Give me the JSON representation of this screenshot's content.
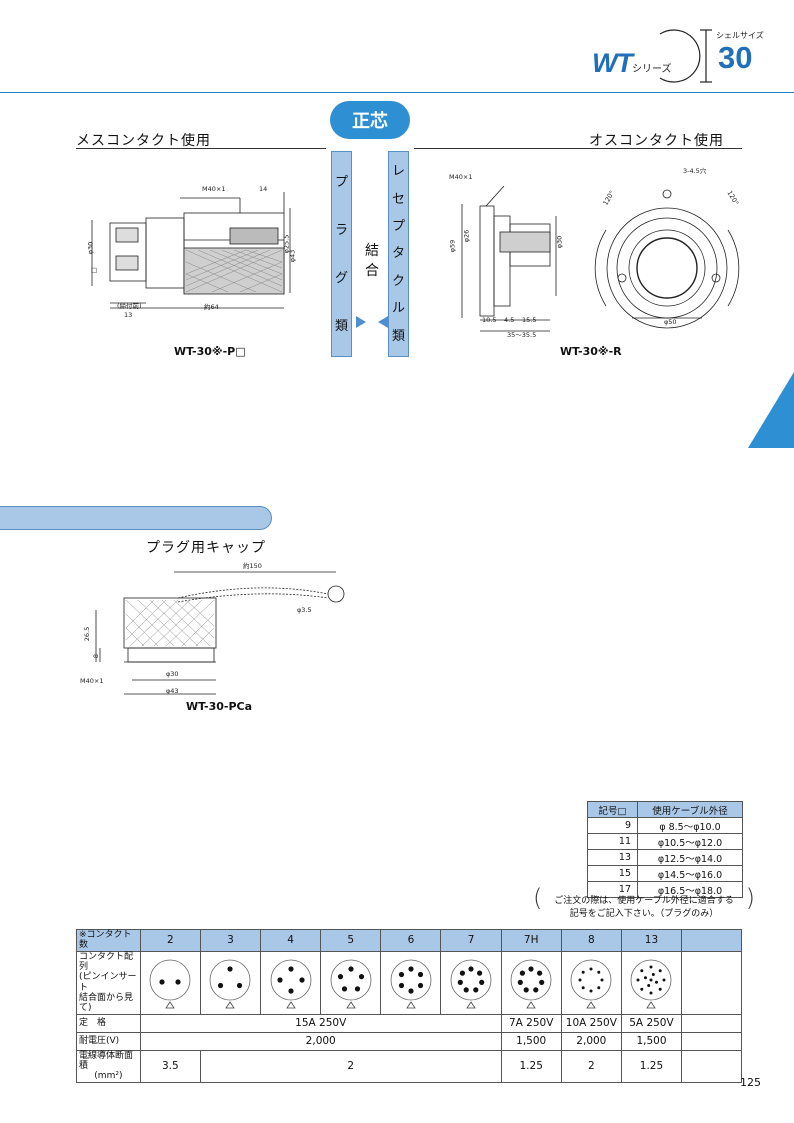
{
  "header": {
    "series_code": "WT",
    "series_suffix": "シリーズ",
    "shell_size_label": "シェルサイズ",
    "shell_size": "30"
  },
  "top": {
    "badge": "正芯",
    "left_title": "メスコンタクト使用",
    "right_title": "オスコンタクト使用",
    "plug_band": [
      "プ",
      "ラ",
      "グ",
      "類"
    ],
    "center_word": [
      "結",
      "合"
    ],
    "receptacle_band": [
      "レ",
      "セ",
      "プ",
      "タ",
      "ク",
      "ル",
      "類"
    ],
    "plug_model": "WT-30※-P□",
    "receptacle_model": "WT-30※-R",
    "plug_dims": {
      "thread": "M40×1",
      "d14": "14",
      "phi30": "φ30",
      "box": "□",
      "phi25": "φ25.5",
      "phi43": "φ43",
      "approx64": "約64",
      "tight": "(締付前)",
      "d13": "13"
    },
    "rec_dims": {
      "thread": "M40×1",
      "holes": "3-4.5穴",
      "a120a": "120°",
      "a120b": "120°",
      "phi59": "φ59",
      "phi26": "φ26",
      "phi30": "φ30",
      "d105": "10.5",
      "d45": "4.5",
      "d155": "15.5",
      "range": "35～35.5",
      "phi50": "φ50"
    }
  },
  "cap": {
    "title": "プラグ用キャップ",
    "model": "WT-30-PCa",
    "dims": {
      "approx150": "約150",
      "phi35": "φ3.5",
      "d265": "26.5",
      "d8": "8",
      "phi30": "φ30",
      "phi43": "φ43",
      "thread": "M40×1"
    }
  },
  "cable_table": {
    "headers": [
      "記号□",
      "使用ケーブル外径"
    ],
    "rows": [
      [
        "9",
        "φ 8.5～φ10.0"
      ],
      [
        "11",
        "φ10.5～φ12.0"
      ],
      [
        "13",
        "φ12.5～φ14.0"
      ],
      [
        "15",
        "φ14.5～φ16.0"
      ],
      [
        "17",
        "φ16.5～φ18.0"
      ]
    ]
  },
  "note": {
    "line1": "ご注文の際は、使用ケーブル外径に適合する",
    "line2": "記号をご記入下さい。（プラグのみ）"
  },
  "spec_table": {
    "contact_label": "※コンタクト数",
    "contacts": [
      "2",
      "3",
      "4",
      "5",
      "6",
      "7",
      "7H",
      "8",
      "13"
    ],
    "arrangement_label": [
      "コンタクト配列",
      "(ピンインサート",
      "結合面から見て)"
    ],
    "rating_label": "定　格",
    "rating_a": "15A 250V",
    "rating_7h": "7A 250V",
    "rating_8": "10A 250V",
    "rating_13": "5A 250V",
    "voltage_label": "耐電圧(V)",
    "voltage_a": "2,000",
    "voltage_7h": "1,500",
    "voltage_8": "2,000",
    "voltage_13": "1,500",
    "wire_label": "電線導体断面積",
    "wire_unit": "(mm²)",
    "wire_2": "3.5",
    "wire_b": "2",
    "wire_7h": "1.25",
    "wire_8": "2",
    "wire_13": "1.25"
  },
  "page_number": "125"
}
